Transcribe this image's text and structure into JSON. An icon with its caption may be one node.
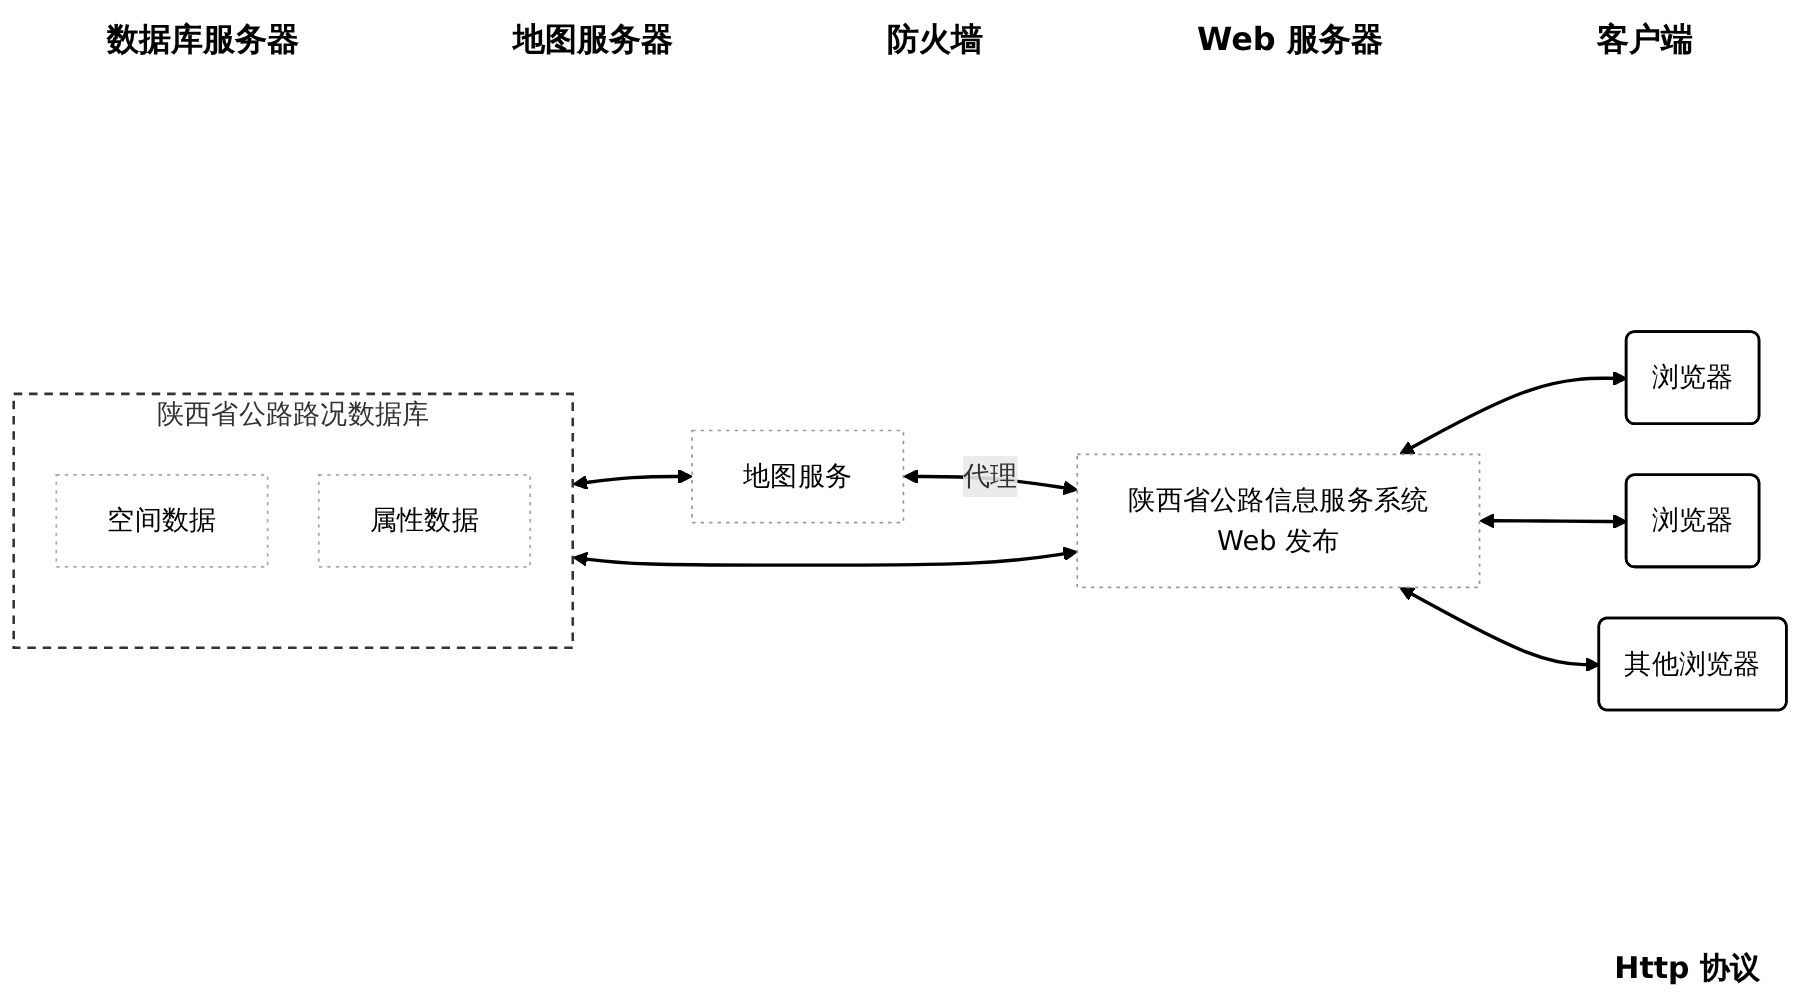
{
  "diagram": {
    "nodes": [
      {
        "text": [
          "陕西省公路路况数据库"
        ]
      },
      {
        "text": [
          "空间数据"
        ],
        "in": 0
      },
      {
        "text": [
          "属性数据"
        ],
        "in": 0
      },
      {
        "text": [
          "地图服务"
        ]
      },
      {
        "text": [
          "陕西省公路信息服务系统",
          "Web 发布"
        ]
      },
      {
        "text": [
          "浏览器"
        ]
      },
      {
        "text": [
          "浏览器"
        ]
      },
      {
        "text": [
          "其他浏览器"
        ]
      }
    ],
    "edges": [
      {
        "from": 0,
        "to": 3,
        "arrow": "both"
      },
      {
        "from": 3,
        "to": 4,
        "label": "代理",
        "arrow": "both"
      },
      {
        "from": 0,
        "to": 4,
        "arrow": "both"
      },
      {
        "from": 4,
        "to": 5,
        "arrow": "both"
      },
      {
        "from": 4,
        "to": 6,
        "arrow": "both"
      },
      {
        "from": 4,
        "to": 7,
        "arrow": "both"
      }
    ],
    "labels": [
      "数据库服务器",
      "地图服务器",
      "防火墙",
      "Web 服务器",
      "客户端",
      "Http 协议"
    ]
  }
}
